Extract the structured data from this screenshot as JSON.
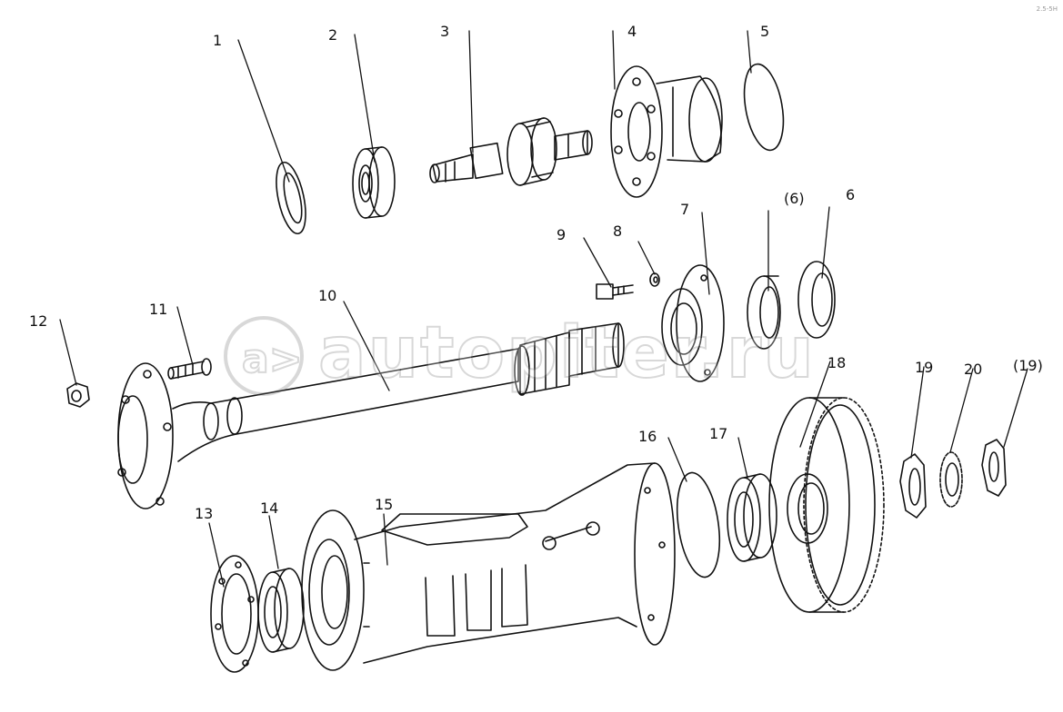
{
  "labels": [
    "1",
    "2",
    "3",
    "4",
    "5",
    "(6)",
    "6",
    "7",
    "8",
    "9",
    "10",
    "11",
    "12",
    "13",
    "14",
    "15",
    "16",
    "17",
    "18",
    "19",
    "20",
    "(19)"
  ],
  "watermark": {
    "text": "autopiter.ru"
  },
  "corner_mark": "2.5-5Н",
  "colors": {
    "line": "#111111",
    "background": "#ffffff",
    "watermark": "#888888"
  }
}
